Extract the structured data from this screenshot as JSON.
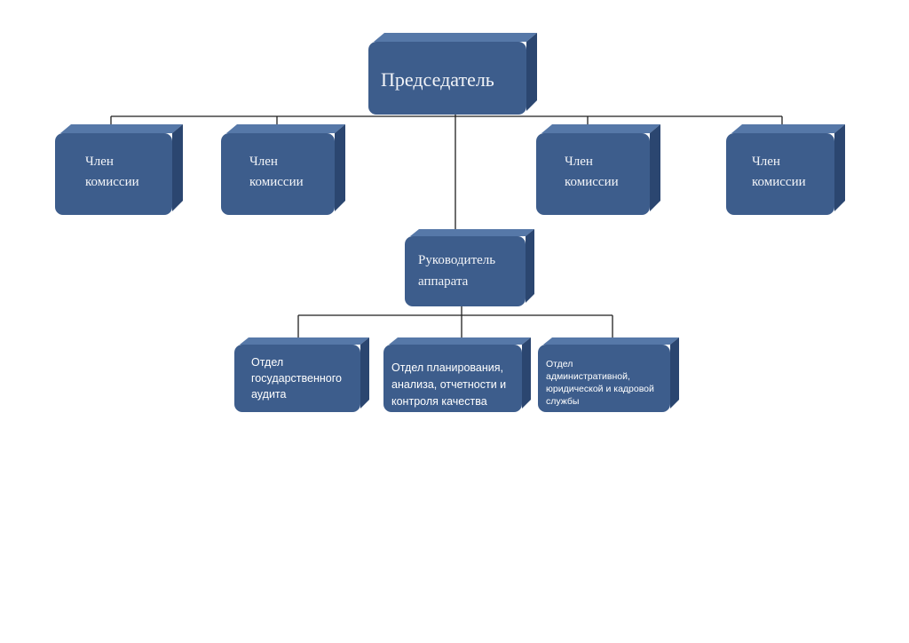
{
  "chart_data": {
    "type": "org-chart",
    "nodes": [
      {
        "id": "chairman",
        "lines": [
          "Председатель"
        ],
        "parent": null
      },
      {
        "id": "member-1",
        "lines": [
          "Член",
          "комиссии"
        ],
        "parent": "chairman"
      },
      {
        "id": "member-2",
        "lines": [
          "Член",
          "комиссии"
        ],
        "parent": "chairman"
      },
      {
        "id": "member-3",
        "lines": [
          "Член",
          "комиссии"
        ],
        "parent": "chairman"
      },
      {
        "id": "member-4",
        "lines": [
          "Член",
          "комиссии"
        ],
        "parent": "chairman"
      },
      {
        "id": "head-of-staff",
        "lines": [
          "Руководитель",
          "аппарата"
        ],
        "parent": "chairman"
      },
      {
        "id": "dept-audit",
        "lines": [
          "Отдел",
          "государственного",
          "аудита"
        ],
        "parent": "head-of-staff"
      },
      {
        "id": "dept-planning",
        "lines": [
          "Отдел планирования,",
          "анализа, отчетности и",
          "контроля качества"
        ],
        "parent": "head-of-staff"
      },
      {
        "id": "dept-admin",
        "lines": [
          "Отдел",
          "административной,",
          "юридической и кадровой",
          "службы"
        ],
        "parent": "head-of-staff"
      }
    ],
    "colors": {
      "box_front": "#3d5d8c",
      "box_top": "#5678a8",
      "box_side": "#2b4670",
      "text": "#ffffff",
      "connector": "#1f1f1f"
    }
  }
}
